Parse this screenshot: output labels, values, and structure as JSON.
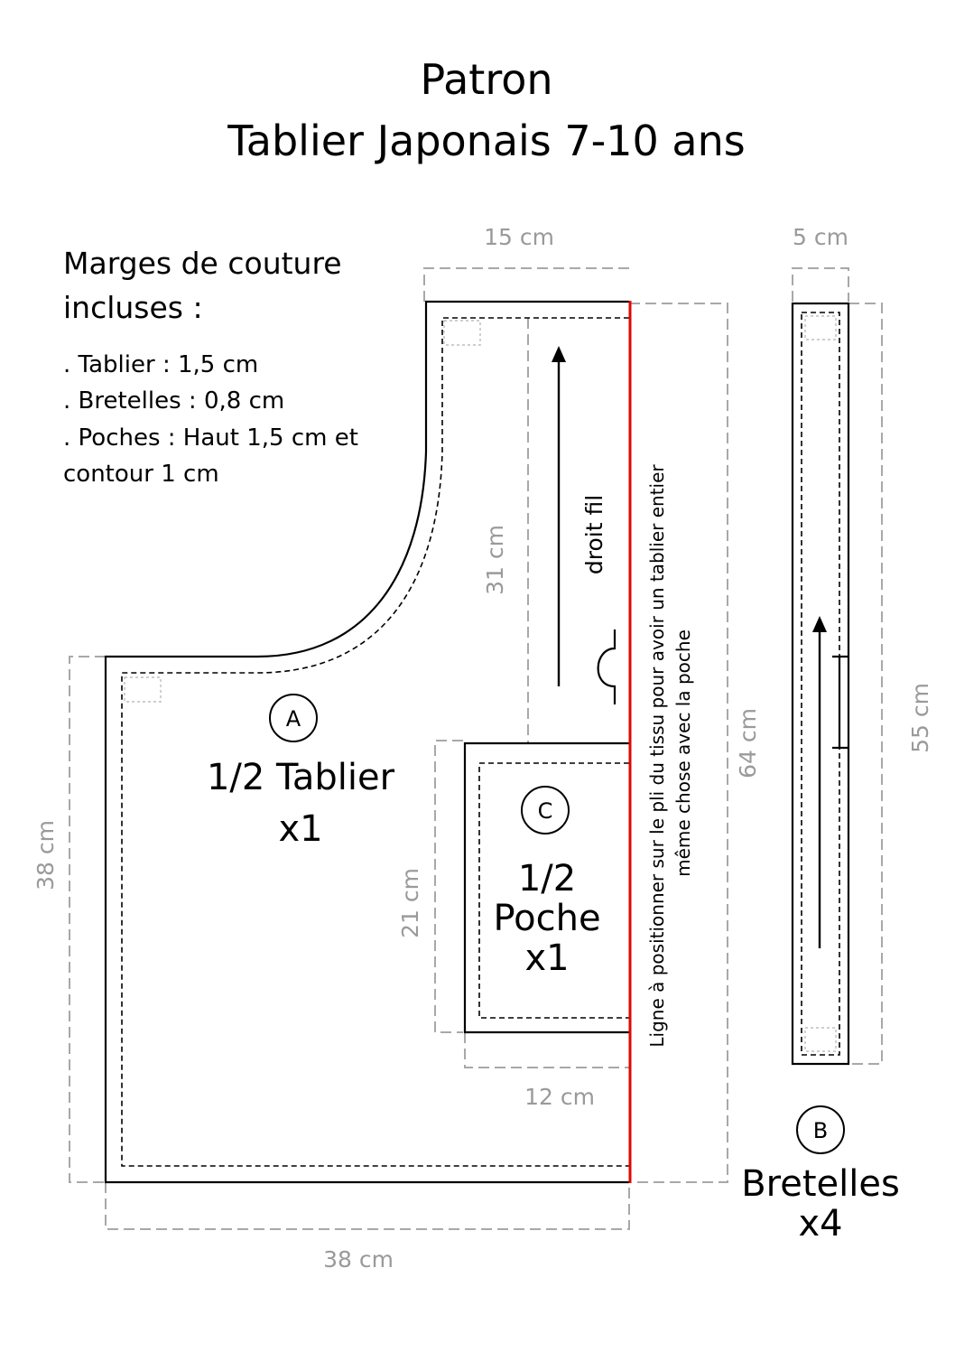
{
  "title": {
    "line1": "Patron",
    "line2": "Tablier Japonais 7-10 ans"
  },
  "notes": {
    "heading_line1": "Marges de couture",
    "heading_line2": "incluses :",
    "items": [
      ". Tablier : 1,5 cm",
      ". Bretelles : 0,8 cm",
      ". Poches : Haut 1,5 cm et",
      "contour 1 cm"
    ]
  },
  "piece_a": {
    "letter": "A",
    "name": "1/2 Tablier",
    "count": "x1"
  },
  "piece_b": {
    "letter": "B",
    "name": "Bretelles",
    "count": "x4"
  },
  "piece_c": {
    "letter": "C",
    "name_line1": "1/2",
    "name_line2": "Poche",
    "count": "x1"
  },
  "grain_label": "droit fil",
  "fold_label": {
    "line1": "Ligne à positionner sur le pli du tissu pour avoir un tablier entier",
    "line2": "même chose avec la poche"
  },
  "dimensions": {
    "top_width": "15 cm",
    "bib_height": "31 cm",
    "total_height": "64 cm",
    "left_height": "38 cm",
    "bottom_width": "38 cm",
    "pocket_height": "21 cm",
    "pocket_width": "12 cm",
    "strap_width": "5 cm",
    "strap_length": "55 cm"
  },
  "colors": {
    "outline": "#000000",
    "dimension": "#a8a8a8",
    "fold_line": "#e10600"
  }
}
